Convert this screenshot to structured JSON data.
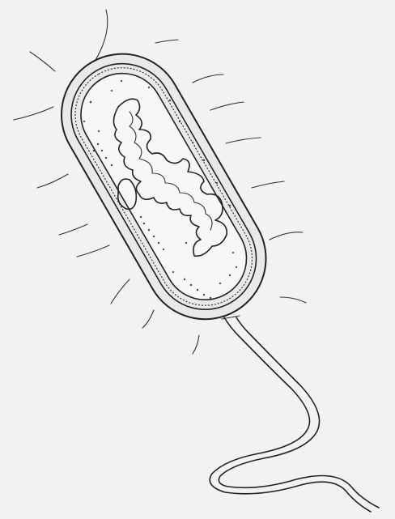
{
  "diagram": {
    "subject": "prokaryotic-bacterial-cell",
    "style": "pencil-sketch",
    "parts": [
      "pili",
      "capsule",
      "cell-wall",
      "plasma-membrane",
      "cytoplasm",
      "nucleoid",
      "plasmid",
      "ribosomes",
      "flagellum"
    ],
    "counts": {
      "pili": 16,
      "flagella": 1,
      "plasmids": 1
    },
    "labels_visible": false
  },
  "colors": {
    "background": "#f2f2f2",
    "ink": "#222222",
    "capsule_fill": "#e9e9e9",
    "cytoplasm_fill": "#f7f7f7"
  }
}
